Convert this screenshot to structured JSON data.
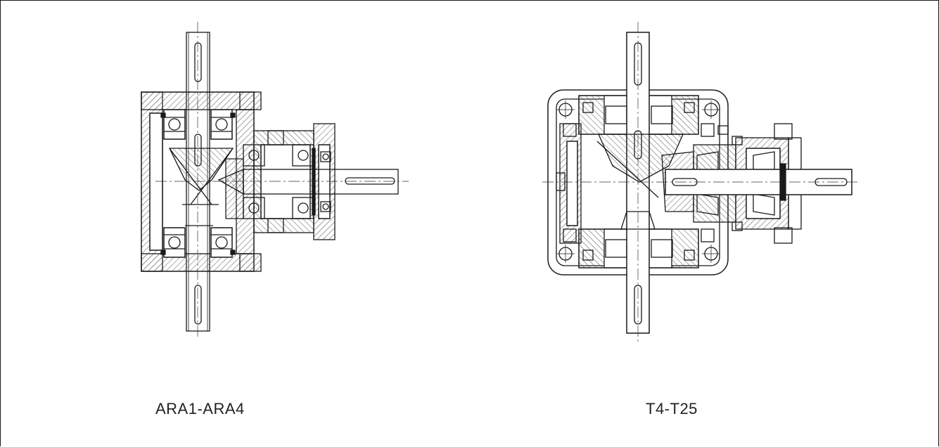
{
  "drawings": [
    {
      "id": "left",
      "label": "ARA1-ARA4"
    },
    {
      "id": "right",
      "label": "T4-T25"
    }
  ],
  "colors": {
    "line": "#1a1a1a",
    "hatch": "#555555",
    "center_line": "#333333",
    "background": "#ffffff"
  }
}
